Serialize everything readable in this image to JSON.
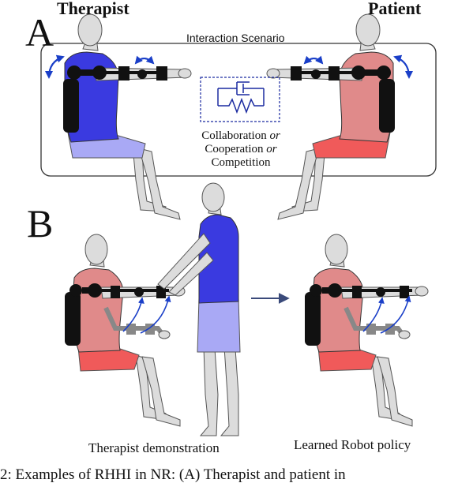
{
  "panel_a": {
    "letter": "A",
    "therapist_label": "Therapist",
    "patient_label": "Patient",
    "scenario_title": "Interaction Scenario",
    "modes": [
      {
        "text": "Collaboration ",
        "conj": "or"
      },
      {
        "text": "Cooperation ",
        "conj": "or"
      },
      {
        "text": "Competition",
        "conj": ""
      }
    ]
  },
  "panel_b": {
    "letter": "B",
    "left_caption": "Therapist demonstration",
    "right_caption": "Learned Robot policy"
  },
  "figure_caption": "2: Examples of RHHI in NR: (A) Therapist and patient in",
  "colors": {
    "skin": "#dcdcdc",
    "outline": "#555555",
    "therapist_shirt": "#3a3ae0",
    "therapist_shorts": "#a9a9f5",
    "patient_shirt": "#e08a8a",
    "patient_shorts": "#f05a5a",
    "robot": "#111111",
    "robot_gray": "#888888",
    "arrow_blue": "#1a3fc8",
    "spring_blue": "#1a2aa0"
  }
}
